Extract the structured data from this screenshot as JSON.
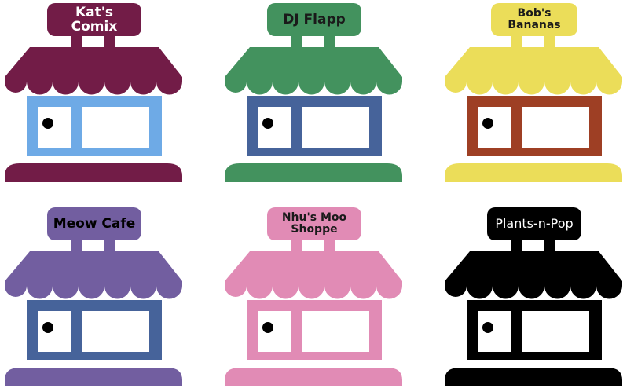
{
  "shops": [
    {
      "name": "Kat's Comix",
      "color": "#721c47",
      "window": "#6eaae6",
      "text": "#ffffff"
    },
    {
      "name": "DJ Flapp",
      "color": "#43925e",
      "window": "#46639a",
      "text": "#1a1a1a"
    },
    {
      "name": "Bob's Bananas",
      "color": "#ebdd59",
      "window": "#9e3f24",
      "text": "#1a1a1a"
    },
    {
      "name": "Meow Cafe",
      "color": "#725ea0",
      "window": "#46639a",
      "text": "#000000"
    },
    {
      "name": "Nhu's Moo Shoppe",
      "color": "#e18bb5",
      "window": "#e18bb5",
      "text": "#1a1a1a"
    },
    {
      "name": "Plants-n-Pop",
      "color": "#000000",
      "window": "#000000",
      "text": "#ffffff"
    }
  ]
}
